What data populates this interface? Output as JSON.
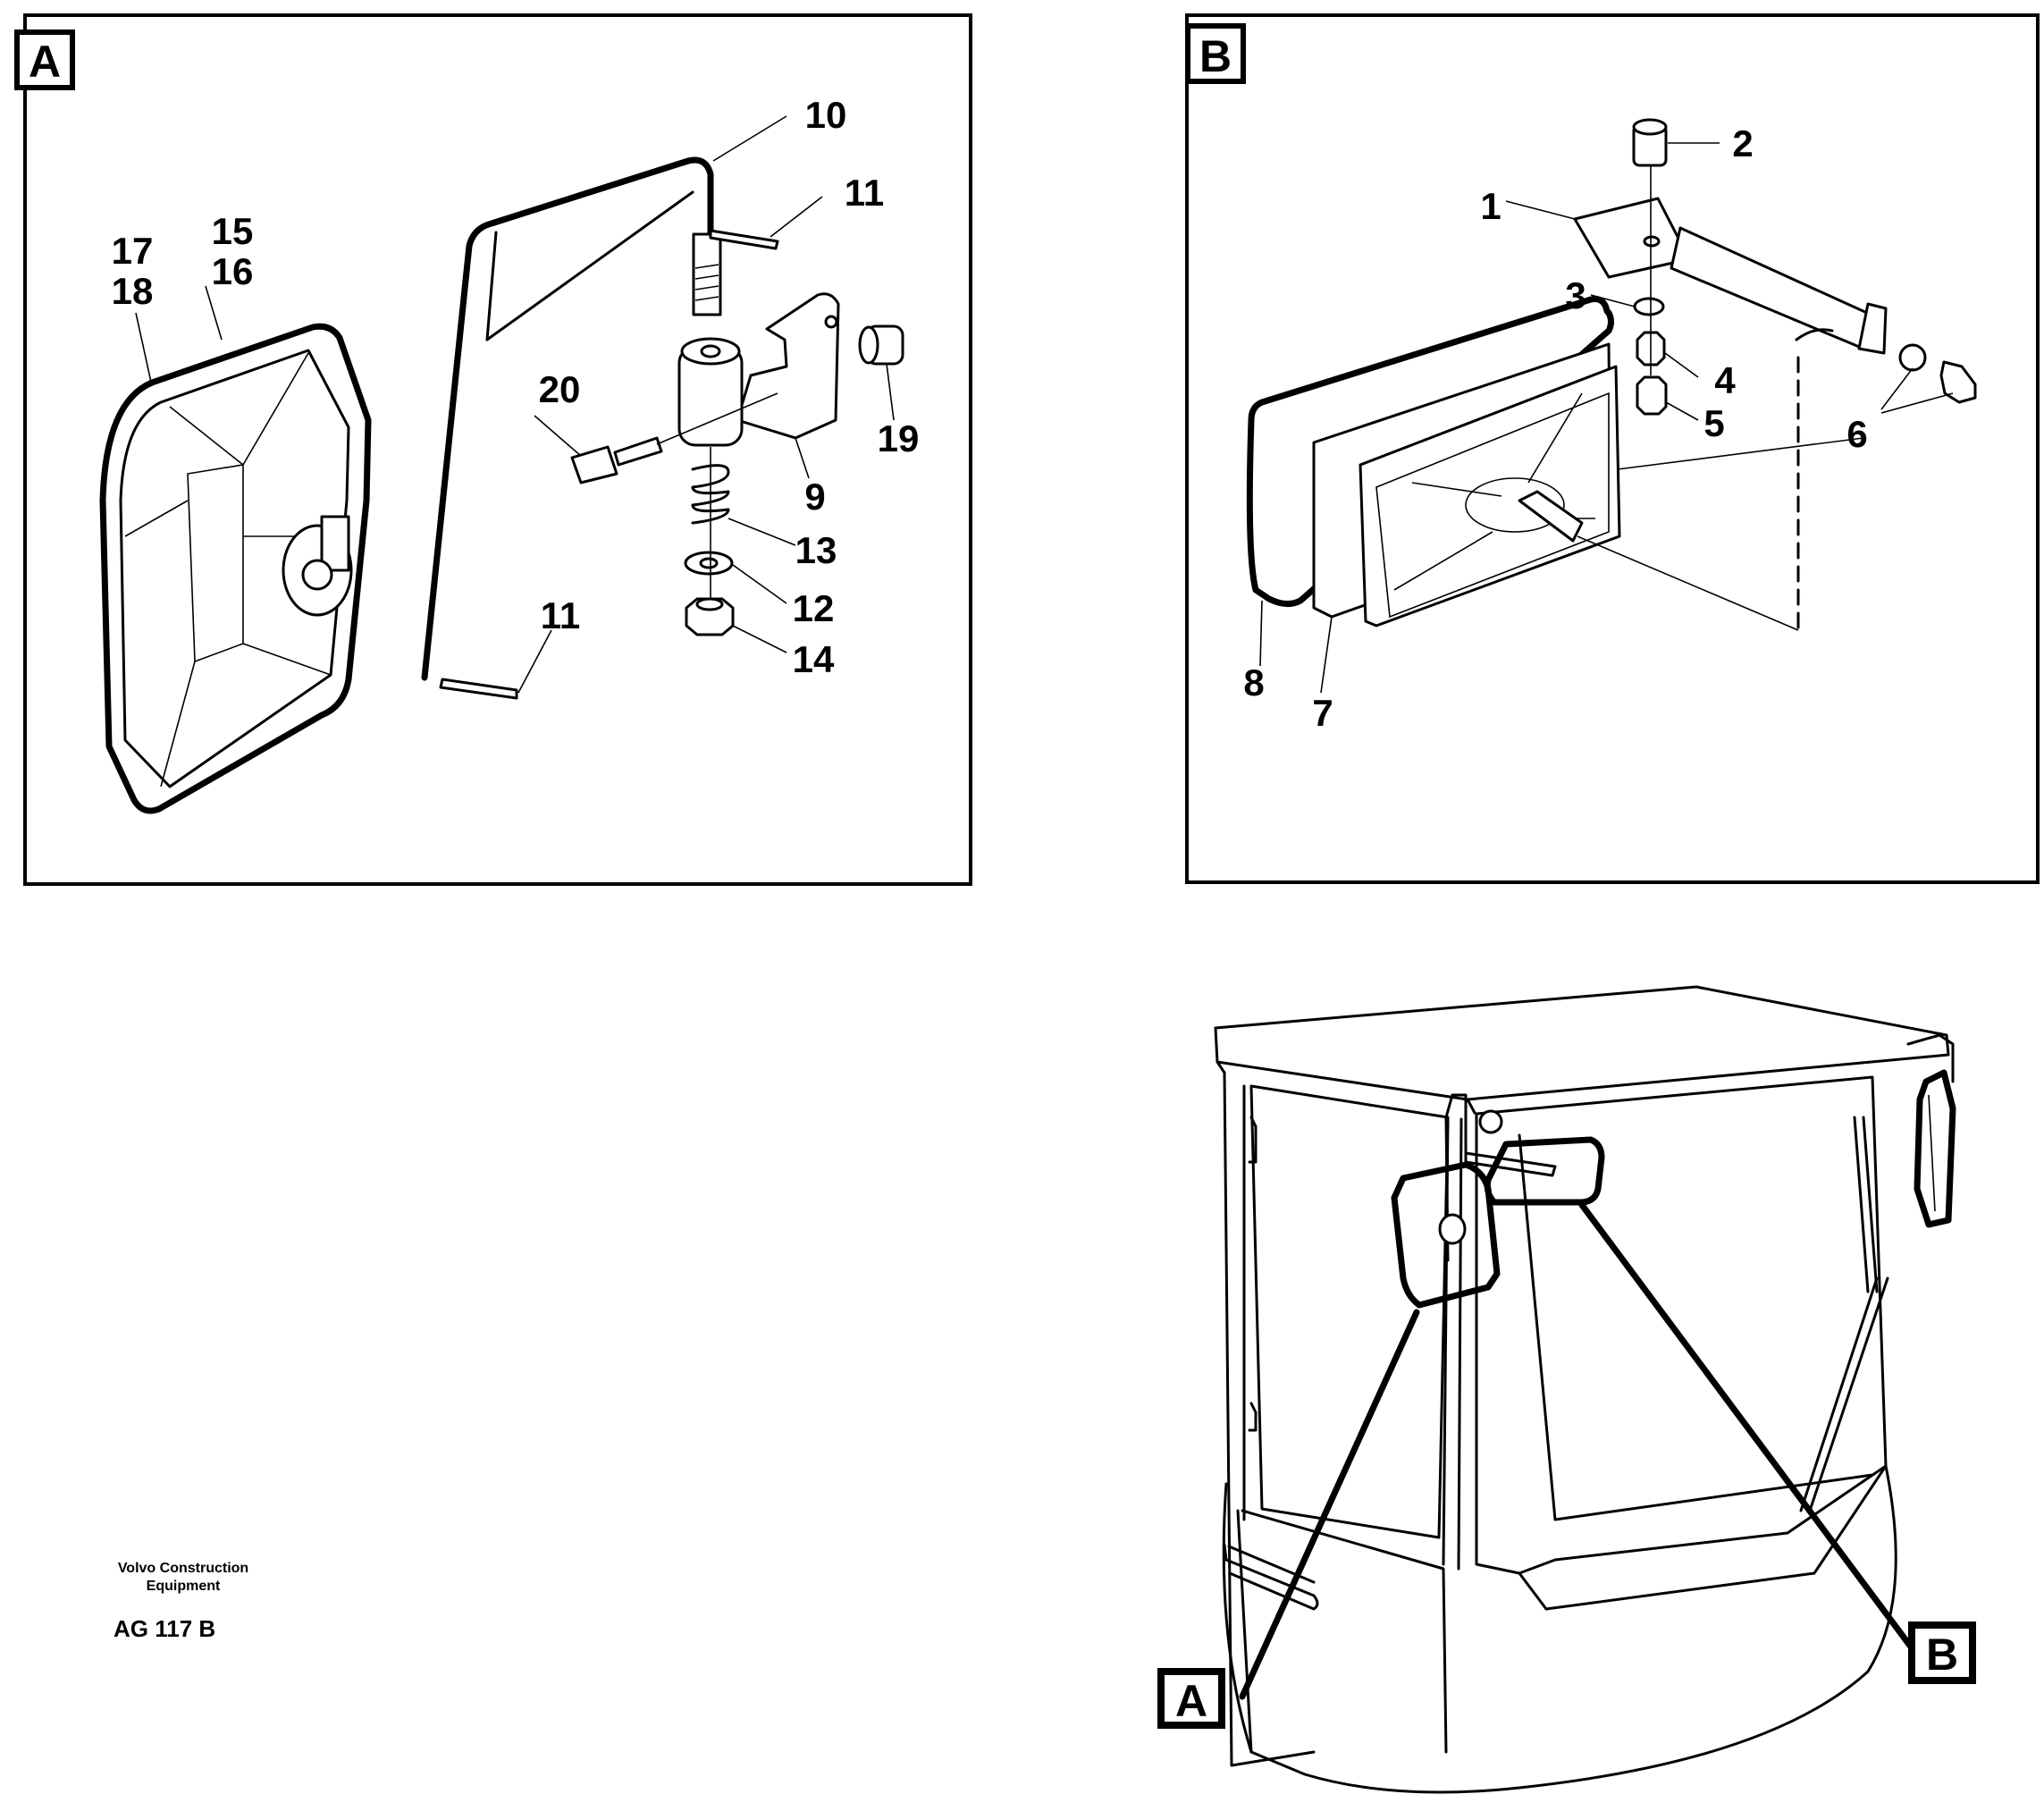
{
  "panel_a": {
    "badge": "A",
    "labels": {
      "n10": "10",
      "n11a": "11",
      "n11b": "11",
      "n15": "15",
      "n16": "16",
      "n17": "17",
      "n18": "18",
      "n20": "20",
      "n19": "19",
      "n9": "9",
      "n13": "13",
      "n12": "12",
      "n14": "14"
    }
  },
  "panel_b": {
    "badge": "B",
    "labels": {
      "n2": "2",
      "n1": "1",
      "n3": "3",
      "n4": "4",
      "n5": "5",
      "n6": "6",
      "n8": "8",
      "n7": "7"
    }
  },
  "overview": {
    "callout_a": "A",
    "callout_b": "B"
  },
  "footer": {
    "company_line1": "Volvo Construction",
    "company_line2": "Equipment",
    "code": "AG 117 B"
  }
}
